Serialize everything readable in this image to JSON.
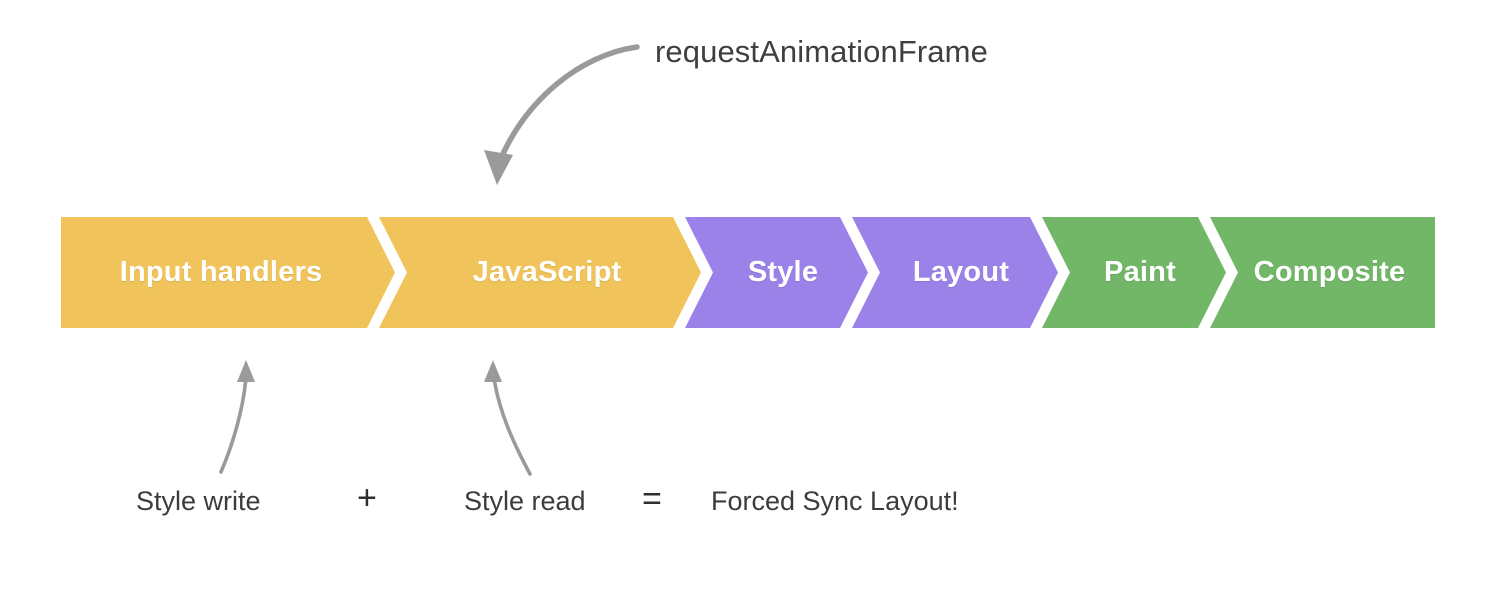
{
  "diagram": {
    "title_note": "requestAnimationFrame",
    "background_color": "#ffffff",
    "callout": {
      "label": "requestAnimationFrame",
      "arrow_name": "raf-curved-arrow",
      "text_color": "#3f3f3f"
    },
    "pipeline": {
      "name": "browser-rendering-pipeline",
      "separator_color": "#ffffff",
      "segments": [
        {
          "label": "Input handlers",
          "color": "#F0C45A",
          "text_color": "#ffffff"
        },
        {
          "label": "JavaScript",
          "color": "#F0C45A",
          "text_color": "#ffffff"
        },
        {
          "label": "Style",
          "color": "#9B82E8",
          "text_color": "#ffffff"
        },
        {
          "label": "Layout",
          "color": "#9B82E8",
          "text_color": "#ffffff"
        },
        {
          "label": "Paint",
          "color": "#72B668",
          "text_color": "#ffffff"
        },
        {
          "label": "Composite",
          "color": "#72B668",
          "text_color": "#ffffff"
        }
      ]
    },
    "equation": {
      "term_1": "Style write",
      "operator_1": "+",
      "term_2": "Style read",
      "operator_2": "=",
      "result": "Forced Sync Layout!",
      "text_color": "#3c3c3c"
    },
    "annotation_arrows": [
      {
        "name": "style-write-arrow",
        "points_to": "Input handlers"
      },
      {
        "name": "style-read-arrow",
        "points_to": "JavaScript"
      }
    ],
    "arrow_color": "#9a9a9a"
  }
}
